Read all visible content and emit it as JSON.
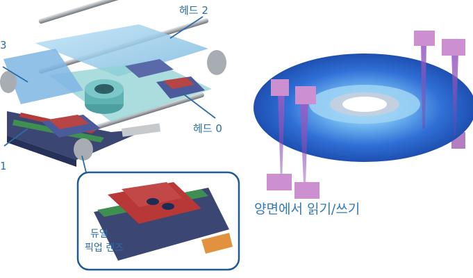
{
  "labels": {
    "head2": "헤드 2",
    "head3": "3",
    "head0": "헤드 0",
    "head1": "1",
    "dual_lens_line1": "듀얼",
    "dual_lens_line2": "픽업 렌즈",
    "caption": "양면에서 읽기/쓰기"
  },
  "colors": {
    "callout": "#2b6ca8",
    "inset_border": "#1e5a94",
    "disc": "#2f6fd6",
    "head_block": "#cc8fcf",
    "laser": "#7b3fa8",
    "plate": "#8fc7e8"
  }
}
